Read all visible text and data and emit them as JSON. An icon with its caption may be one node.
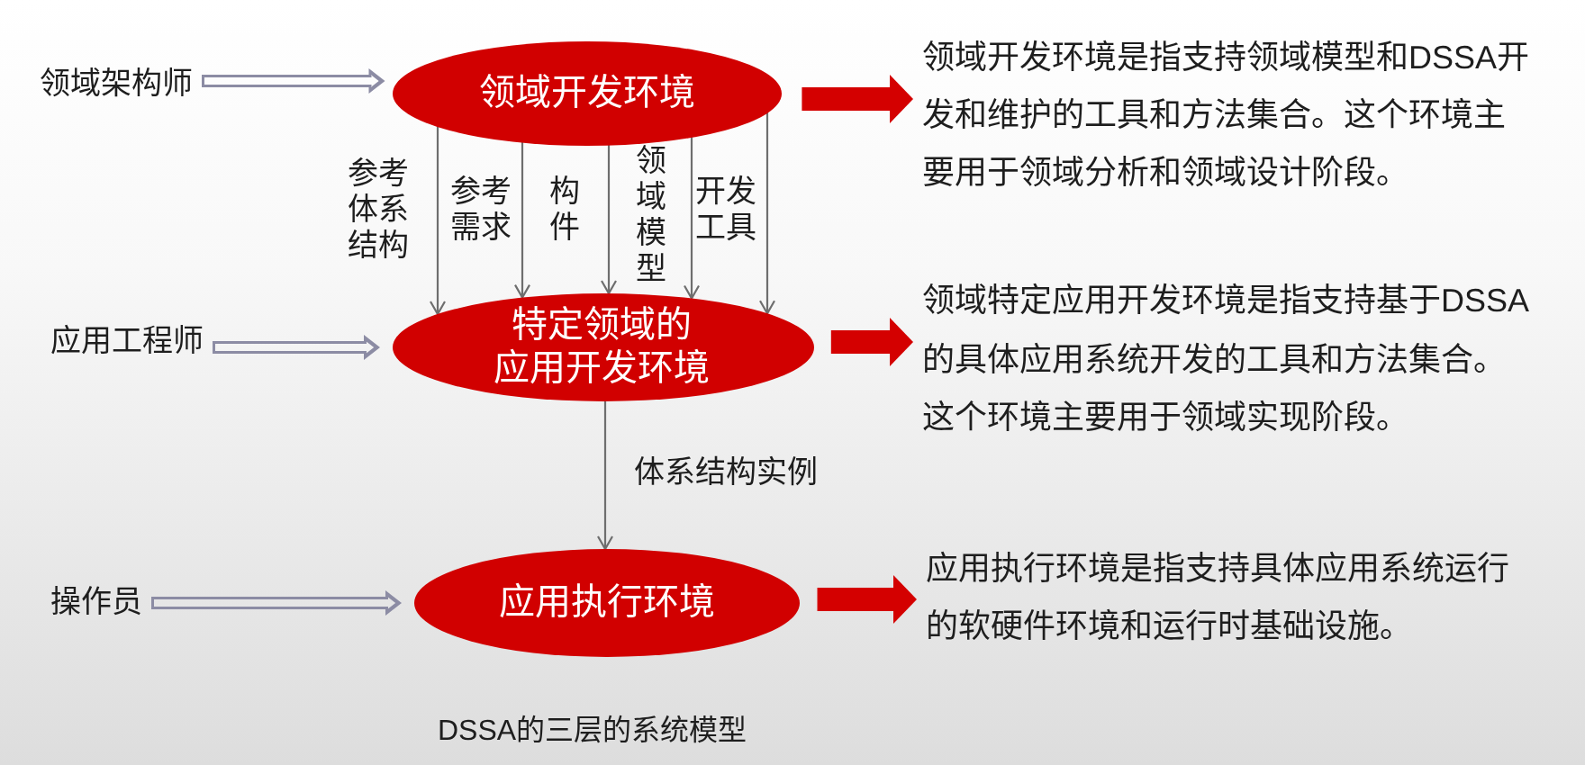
{
  "diagram": {
    "caption": "DSSA的三层的系统模型",
    "nodes": [
      {
        "text": [
          "领域架构师"
        ]
      },
      {
        "text": [
          "领域开发环境"
        ]
      },
      {
        "text": [
          "领域开发环境是指支持领域模型和DSSA开发和维护的工具和方法集合。这个环境主要用于领域分析和领域设计阶段。"
        ]
      },
      {
        "text": [
          "应用工程师"
        ]
      },
      {
        "text": [
          "特定领域的应用开发环境"
        ]
      },
      {
        "text": [
          "领域特定应用开发环境是指支持基于DSSA的具体应用系统开发的工具和方法集合。这个环境主要用于领域实现阶段。"
        ]
      },
      {
        "text": [
          "操作员"
        ]
      },
      {
        "text": [
          "应用执行环境"
        ]
      },
      {
        "text": [
          "应用执行环境是指支持具体应用系统运行的软硬件环境和运行时基础设施。"
        ]
      }
    ],
    "edges": [
      {
        "from": 0,
        "to": 1,
        "arrow": "to",
        "style": "thick",
        "color": "#8c8ca4"
      },
      {
        "from": 1,
        "to": 2,
        "arrow": "to",
        "style": "thick",
        "color": "#d40000"
      },
      {
        "from": 1,
        "to": 4,
        "arrow": "to",
        "label": "参考体系结构"
      },
      {
        "from": 1,
        "to": 4,
        "arrow": "to",
        "label": "参考需求"
      },
      {
        "from": 1,
        "to": 4,
        "arrow": "to",
        "label": "构件"
      },
      {
        "from": 1,
        "to": 4,
        "arrow": "to",
        "label": "领域模型"
      },
      {
        "from": 1,
        "to": 4,
        "arrow": "to",
        "label": "开发工具"
      },
      {
        "from": 3,
        "to": 4,
        "arrow": "to",
        "style": "thick",
        "color": "#8c8ca4"
      },
      {
        "from": 4,
        "to": 5,
        "arrow": "to",
        "style": "thick",
        "color": "#d40000"
      },
      {
        "from": 4,
        "to": 7,
        "arrow": "to",
        "label": "体系结构实例"
      },
      {
        "from": 6,
        "to": 7,
        "arrow": "to",
        "style": "thick",
        "color": "#8c8ca4"
      },
      {
        "from": 7,
        "to": 8,
        "arrow": "to",
        "style": "thick",
        "color": "#d40000"
      }
    ]
  }
}
